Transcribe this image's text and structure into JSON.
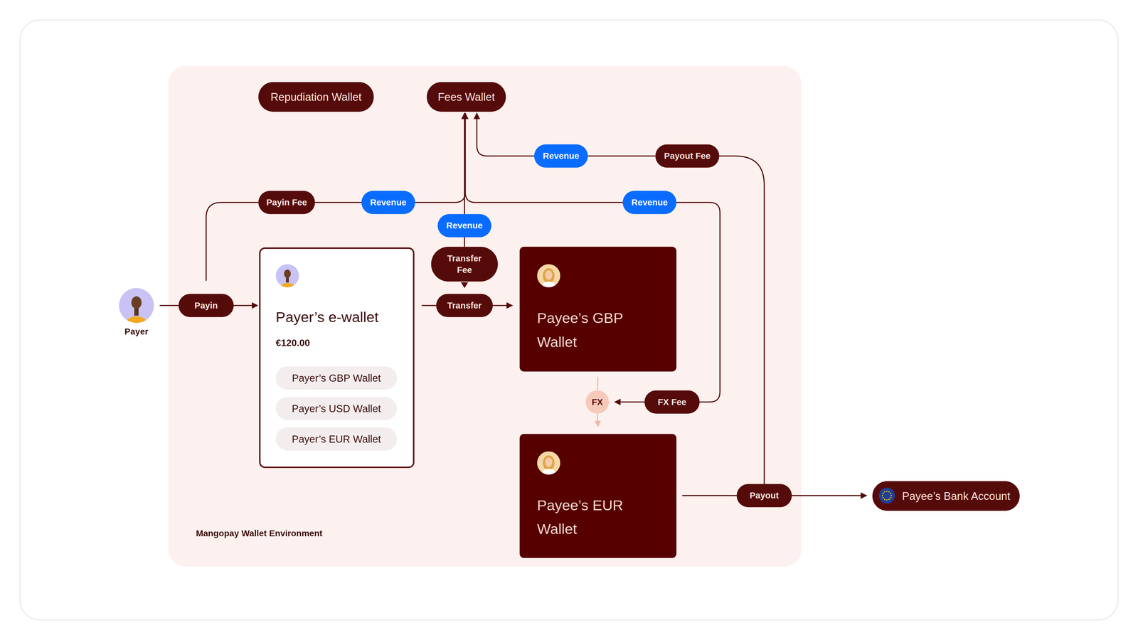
{
  "diagram": {
    "nodes": [
      {
        "text": [
          "Payer"
        ]
      },
      {
        "text": [
          "Mangopay Wallet Environment"
        ]
      },
      {
        "text": [
          "Repudiation Wallet"
        ],
        "in": 1
      },
      {
        "text": [
          "Fees Wallet"
        ],
        "in": 1
      },
      {
        "text": [
          "Payin Fee"
        ],
        "in": 1
      },
      {
        "text": [
          "Payout Fee"
        ],
        "in": 1
      },
      {
        "text": [
          "Transfer Fee"
        ],
        "in": 1
      },
      {
        "text": [
          "Payer’s e-wallet",
          "€120.00"
        ],
        "in": 1
      },
      {
        "text": [
          "Payer’s GBP Wallet"
        ],
        "in": 7
      },
      {
        "text": [
          "Payer’s USD Wallet"
        ],
        "in": 7
      },
      {
        "text": [
          "Payer’s EUR Wallet"
        ],
        "in": 7
      },
      {
        "text": [
          "Payee’s GBP Wallet"
        ],
        "in": 1
      },
      {
        "text": [
          "FX Fee"
        ],
        "in": 1
      },
      {
        "text": [
          "FX"
        ],
        "in": 1
      },
      {
        "text": [
          "Payee’s EUR Wallet"
        ],
        "in": 1
      },
      {
        "text": [
          "Payee’s Bank Account"
        ]
      }
    ],
    "edges": [
      {
        "from": 0,
        "to": 7,
        "label": "Payin",
        "arrow": "to"
      },
      {
        "from": 7,
        "to": 11,
        "label": "Transfer",
        "arrow": "to"
      },
      {
        "from": 4,
        "to": 3,
        "label": "Revenue",
        "arrow": "to"
      },
      {
        "from": 6,
        "to": 3,
        "label": "Revenue",
        "arrow": "to"
      },
      {
        "from": 12,
        "to": 3,
        "label": "Revenue",
        "arrow": "to"
      },
      {
        "from": 5,
        "to": 3,
        "label": "Revenue",
        "arrow": "to"
      },
      {
        "from": 11,
        "to": 13,
        "arrow": "none"
      },
      {
        "from": 13,
        "to": 14,
        "arrow": "to"
      },
      {
        "from": 12,
        "to": 13,
        "arrow": "to"
      },
      {
        "from": 14,
        "to": 15,
        "label": "Payout",
        "arrow": "to"
      }
    ]
  }
}
